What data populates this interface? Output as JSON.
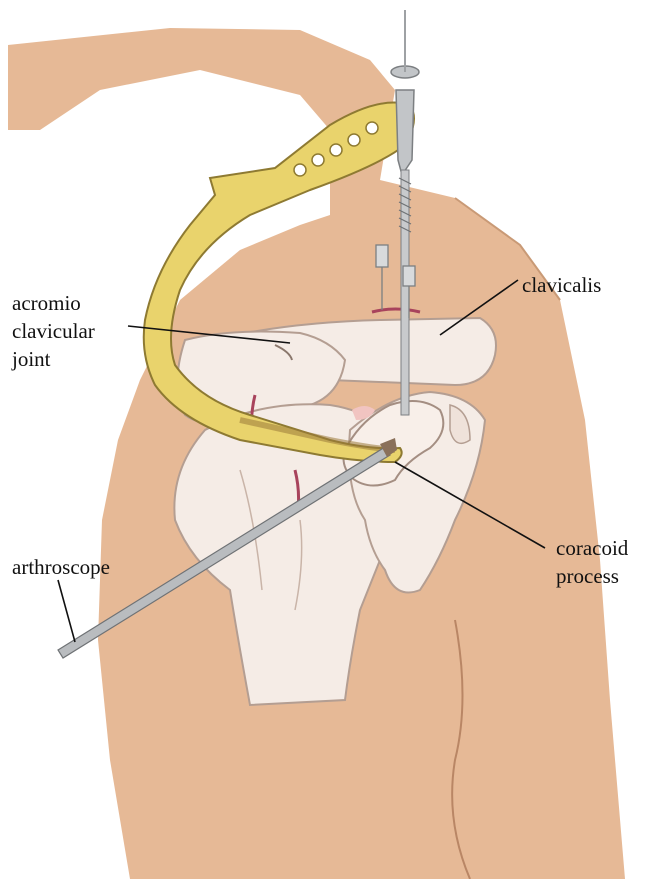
{
  "labels": {
    "acromio_line1": "acromio",
    "acromio_line2": "clavicular",
    "acromio_line3": "joint",
    "clavicalis": "clavicalis",
    "arthroscope": "arthroscope",
    "coracoid_line1": "coracoid",
    "coracoid_line2": "process"
  },
  "colors": {
    "skin": "#e6b996",
    "skin_shadow": "#c99a76",
    "bone": "#f5ece6",
    "bone_outline": "#b49e92",
    "guide": "#e9d36c",
    "guide_outline": "#8e7a32",
    "instrument": "#b9bcbf",
    "arthroscope_body": "#a79c92",
    "incision": "#a8435c"
  }
}
